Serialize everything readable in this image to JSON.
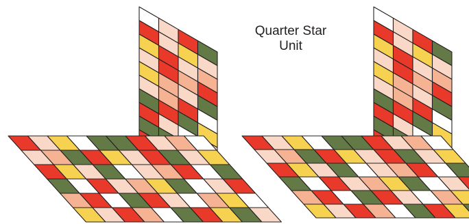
{
  "caption": {
    "line1": "Quarter Star",
    "line2": "Unit"
  },
  "palette": {
    "R": "#e8392a",
    "Y": "#f7d251",
    "P": "#fad8c8",
    "S": "#f5b394",
    "G": "#647a46",
    "W": "#ffffff",
    "outline": "#231f20"
  },
  "units": [
    {
      "id": "left-unit",
      "separated": true,
      "upright_grid": [
        [
          "W",
          "P",
          "R",
          "G"
        ],
        [
          "R",
          "P",
          "Y",
          "P"
        ],
        [
          "Y",
          "R",
          "P",
          "S"
        ],
        [
          "P",
          "R",
          "S",
          "R"
        ],
        [
          "Y",
          "S",
          "P",
          "G"
        ],
        [
          "P",
          "S",
          "R",
          "W"
        ],
        [
          "G",
          "R",
          "G",
          "Y"
        ],
        [
          "R",
          "P",
          "W",
          "P"
        ],
        [
          "G",
          "G",
          "S",
          "R"
        ],
        [
          "R",
          "W",
          "P",
          "Y"
        ]
      ],
      "flat_grid": [
        [
          "R",
          "P",
          "Y",
          "W",
          "G",
          "G",
          "R",
          "P",
          "S",
          "W"
        ],
        [
          "P",
          "S",
          "G",
          "R",
          "Y",
          "P",
          "R",
          "G",
          "P",
          "Y"
        ],
        [
          "R",
          "Y",
          "P",
          "G",
          "W",
          "P",
          "S",
          "R",
          "W",
          "G"
        ],
        [
          "G",
          "W",
          "R",
          "P",
          "S",
          "Y",
          "G",
          "W",
          "P",
          "R"
        ],
        [
          "S",
          "R",
          "W",
          "G",
          "R",
          "P",
          "W",
          "S",
          "Y",
          "W"
        ],
        [
          "Y",
          "P",
          "R",
          "S",
          "W",
          "G",
          "R",
          "Y",
          "G",
          "P"
        ]
      ]
    },
    {
      "id": "right-unit",
      "separated": false,
      "upright_grid": [
        [
          "W",
          "P",
          "R",
          "G"
        ],
        [
          "R",
          "P",
          "Y",
          "P"
        ],
        [
          "Y",
          "R",
          "P",
          "S"
        ],
        [
          "P",
          "R",
          "S",
          "R"
        ],
        [
          "Y",
          "S",
          "P",
          "G"
        ],
        [
          "P",
          "S",
          "R",
          "W"
        ],
        [
          "G",
          "R",
          "G",
          "Y"
        ],
        [
          "R",
          "P",
          "W",
          "P"
        ],
        [
          "G",
          "G",
          "S",
          "R"
        ],
        [
          "R",
          "W",
          "P",
          "Y"
        ]
      ],
      "flat_grid": [
        [
          "R",
          "P",
          "Y",
          "W",
          "G",
          "G",
          "R",
          "P",
          "S",
          "W"
        ],
        [
          "P",
          "S",
          "G",
          "R",
          "Y",
          "P",
          "R",
          "G",
          "P",
          "Y"
        ],
        [
          "R",
          "Y",
          "P",
          "G",
          "W",
          "P",
          "S",
          "R",
          "W",
          "G"
        ],
        [
          "G",
          "W",
          "R",
          "P",
          "S",
          "Y",
          "G",
          "W",
          "P",
          "R"
        ],
        [
          "S",
          "R",
          "W",
          "G",
          "R",
          "P",
          "W",
          "S",
          "Y",
          "W"
        ],
        [
          "Y",
          "P",
          "R",
          "S",
          "W",
          "G",
          "R",
          "Y",
          "G",
          "P"
        ]
      ]
    }
  ]
}
